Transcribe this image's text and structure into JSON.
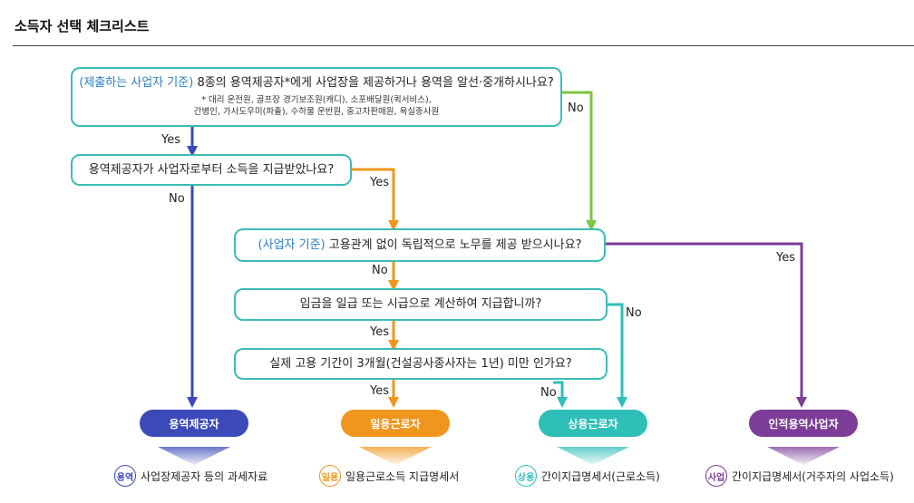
{
  "title": "소득자 선택 체크리스트",
  "questions": {
    "q1": {
      "prefix": "(제출하는 사업자 기준)",
      "text": " 8종의 용역제공자*에게 사업장을 제공하거나 용역을 알선·중개하시나요?",
      "note_line1": "* 대리 운전원, 골프장 경기보조원(캐디), 소포배달원(퀵서비스),",
      "note_line2": "간병인, 가사도우미(파출), 수하물 운반원, 중고차판매원, 욕실종사원"
    },
    "q2": {
      "text": "용역제공자가 사업자로부터 소득을 지급받았나요?"
    },
    "q3": {
      "prefix": "(사업자 기준)",
      "text": " 고용관계 없이 독립적으로 노무를 제공 받으시나요?"
    },
    "q4": {
      "text": "임금을 일급 또는 시급으로 계산하여 지급합니까?"
    },
    "q5": {
      "text": "실제 고용 기간이 3개월(건설공사종사자는 1년) 미만 인가요?"
    }
  },
  "labels": {
    "q1_yes": "Yes",
    "q1_no": "No",
    "q2_yes": "Yes",
    "q2_no": "No",
    "q3_yes": "Yes",
    "q3_no": "No",
    "q4_no": "No",
    "q4_yes": "Yes",
    "q5_yes": "Yes",
    "q5_no": "No"
  },
  "outcomes": [
    {
      "name": "용역제공자",
      "badge": "용역",
      "result": "사업장제공자 등의 과세자료",
      "color": "#3b4ab8"
    },
    {
      "name": "일용근로자",
      "badge": "일용",
      "result": "일용근로소득 지급명세서",
      "color": "#f0961e"
    },
    {
      "name": "상용근로자",
      "badge": "상용",
      "result": "간이지급명세서(근로소득)",
      "color": "#2ebfb8"
    },
    {
      "name": "인적용역사업자",
      "badge": "사업",
      "result": "간이지급명세서(거주자의 사업소득)",
      "color": "#7b3d98"
    }
  ],
  "colors": {
    "box_border": "#3cbcb4",
    "highlight_text": "#2a7fc2",
    "arrow_blue": "#3b4ab8",
    "arrow_green": "#7cc542",
    "arrow_orange": "#f0961e",
    "arrow_teal": "#2ebfb8",
    "arrow_purple": "#7b3d98"
  }
}
